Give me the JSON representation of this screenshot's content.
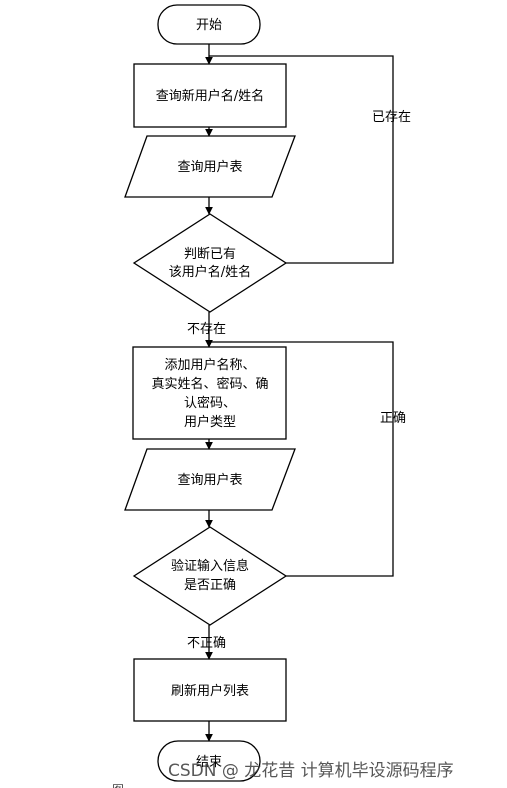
{
  "nodes": {
    "start": "开始",
    "query_name": "查询新用户名/姓名",
    "query_table_1": "查询用户表",
    "check_exists": [
      "判断已有",
      "该用户名/姓名"
    ],
    "add_user": [
      "添加用户名称、",
      "真实姓名、密码、确",
      "认密码、",
      "用户类型"
    ],
    "query_table_2": "查询用户表",
    "verify": [
      "验证输入信息",
      "是否正确"
    ],
    "refresh": "刷新用户列表",
    "end": "结束"
  },
  "edges": {
    "exists": "已存在",
    "not_exists": "不存在",
    "correct": "正确",
    "incorrect": "不正确"
  },
  "caption": "图 ",
  "watermark": "CSDN @  龙花昔  计算机毕设源码程序"
}
